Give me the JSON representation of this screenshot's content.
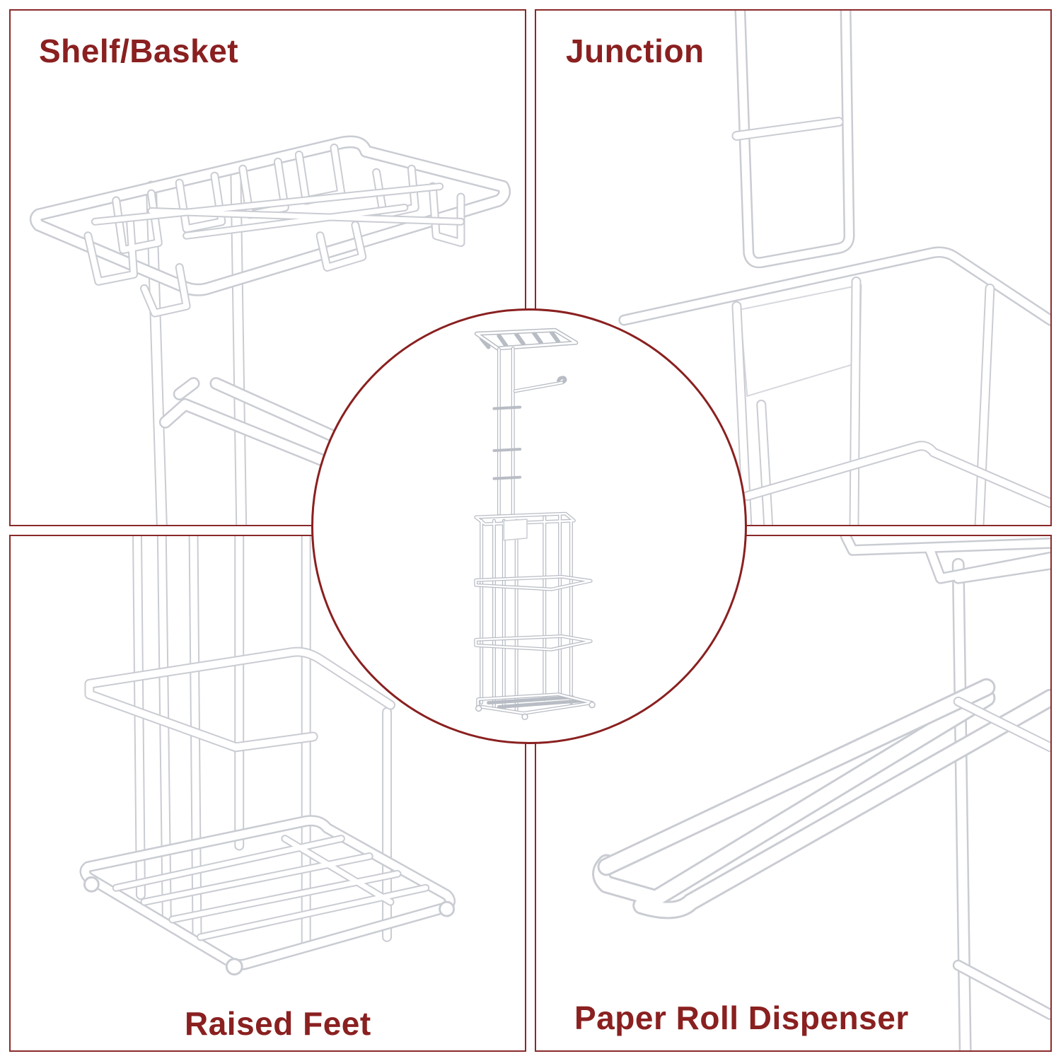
{
  "panels": {
    "top_left": {
      "label": "Shelf/Basket"
    },
    "top_right": {
      "label": "Junction"
    },
    "bottom_left": {
      "label": "Raised Feet"
    },
    "bottom_right": {
      "label": "Paper Roll Dispenser"
    }
  },
  "colors": {
    "accent": "#8a2020",
    "frame": "#8a2a2a",
    "product": "#ffffff",
    "product_shade": "#c9ccd2",
    "background": "#ffffff"
  }
}
